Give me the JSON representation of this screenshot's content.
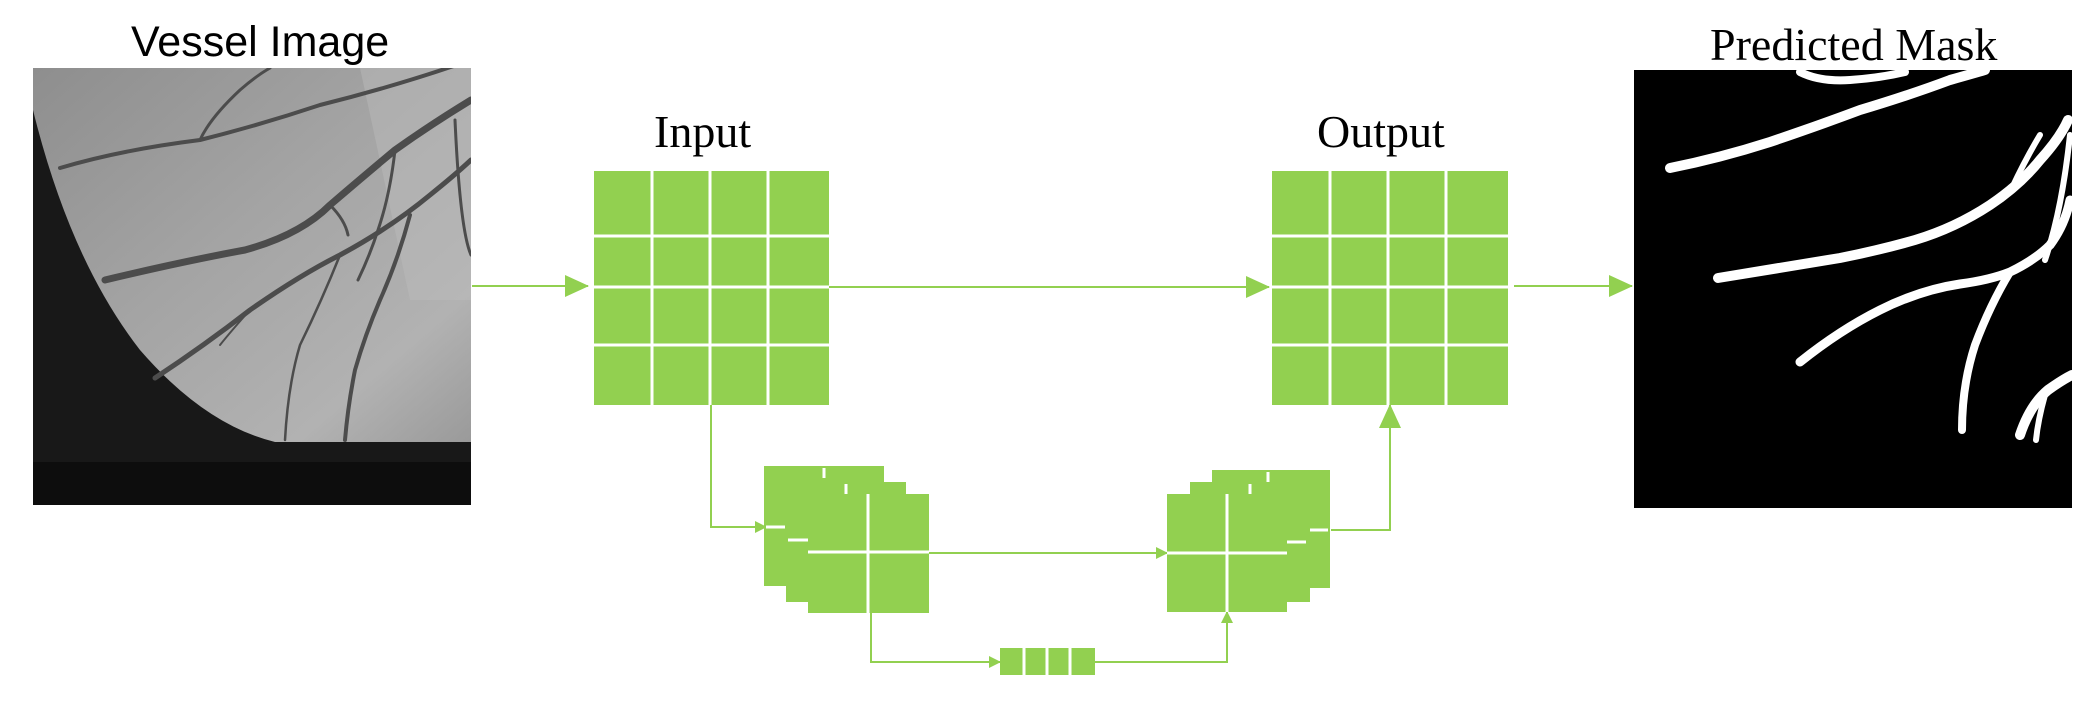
{
  "labels": {
    "vessel_image": "Vessel Image",
    "input": "Input",
    "output": "Output",
    "predicted_mask": "Predicted Mask"
  },
  "colors": {
    "block": "#92d050",
    "arrow": "#92d050",
    "grid": "#ffffff",
    "mask_bg": "#000000",
    "vessel": "#ffffff"
  }
}
